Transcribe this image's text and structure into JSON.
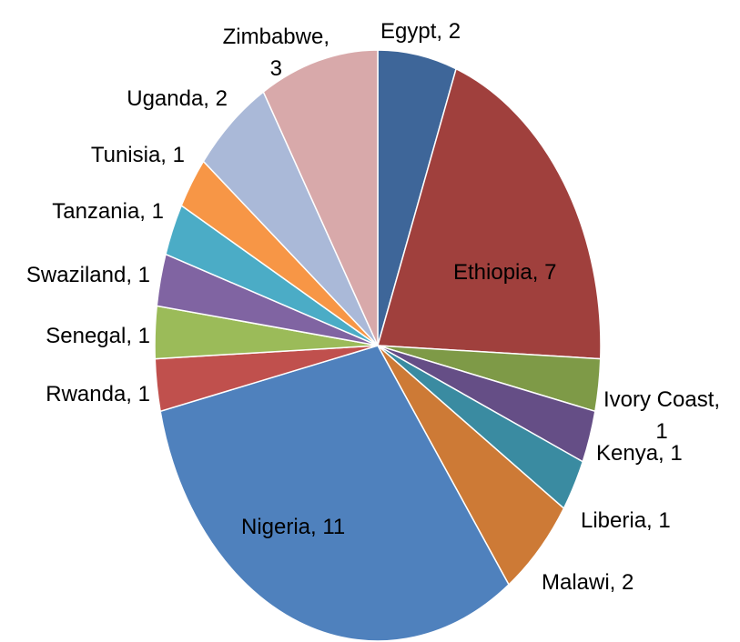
{
  "chart_data": {
    "type": "pie",
    "title": "",
    "slices": [
      {
        "label": "Egypt, 2",
        "name": "Egypt",
        "value": 2,
        "color": "#3E6699"
      },
      {
        "label": "Ethiopia, 7",
        "name": "Ethiopia",
        "value": 7,
        "color": "#A0403D"
      },
      {
        "label": "Ivory Coast, 1",
        "name": "Ivory Coast",
        "value": 1,
        "color": "#7E9A47"
      },
      {
        "label": "Kenya, 1",
        "name": "Kenya",
        "value": 1,
        "color": "#654E86"
      },
      {
        "label": "Liberia, 1",
        "name": "Liberia",
        "value": 1,
        "color": "#3A8BA1"
      },
      {
        "label": "Malawi, 2",
        "name": "Malawi",
        "value": 2,
        "color": "#CD7A36"
      },
      {
        "label": "Nigeria, 11",
        "name": "Nigeria",
        "value": 11,
        "color": "#4F81BD"
      },
      {
        "label": "Rwanda, 1",
        "name": "Rwanda",
        "value": 1,
        "color": "#C0504D"
      },
      {
        "label": "Senegal, 1",
        "name": "Senegal",
        "value": 1,
        "color": "#9BBB59"
      },
      {
        "label": "Swaziland, 1",
        "name": "Swaziland",
        "value": 1,
        "color": "#8064A2"
      },
      {
        "label": "Tanzania, 1",
        "name": "Tanzania",
        "value": 1,
        "color": "#4BACC6"
      },
      {
        "label": "Tunisia, 1",
        "name": "Tunisia",
        "value": 1,
        "color": "#F79646"
      },
      {
        "label": "Uganda, 2",
        "name": "Uganda",
        "value": 2,
        "color": "#AAB9D8"
      },
      {
        "label": "Zimbabwe, 3",
        "name": "Zimbabwe",
        "value": 3,
        "color": "#D8A9AA"
      }
    ],
    "start_angle": "top",
    "direction": "clockwise",
    "legend": "none",
    "data_labels": "category-and-value"
  }
}
